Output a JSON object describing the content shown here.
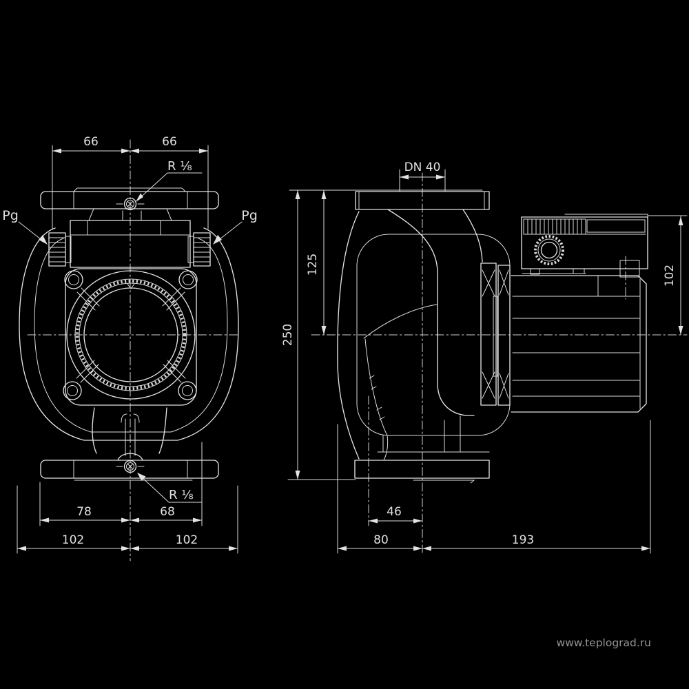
{
  "front_view": {
    "dims": {
      "top_left": "66",
      "top_right": "66",
      "bottom_inner_left": "78",
      "bottom_inner_right": "68",
      "bottom_outer_left": "102",
      "bottom_outer_right": "102"
    },
    "labels": {
      "vent_port_top": "R ⅛",
      "vent_port_bottom": "R ⅛",
      "cable_gland_left": "Pg",
      "cable_gland_right": "Pg"
    }
  },
  "side_view": {
    "dims": {
      "nominal_diameter": "DN 40",
      "axis_height": "125",
      "total_height": "250",
      "terminal_box_height": "102",
      "drain_to_axis": "46",
      "front_to_axis": "80",
      "axis_to_motor_end": "193"
    }
  },
  "watermark": "www.teplograd.ru",
  "colors": {
    "background": "#000000",
    "line": "#e2e2e2",
    "watermark": "#969696"
  }
}
